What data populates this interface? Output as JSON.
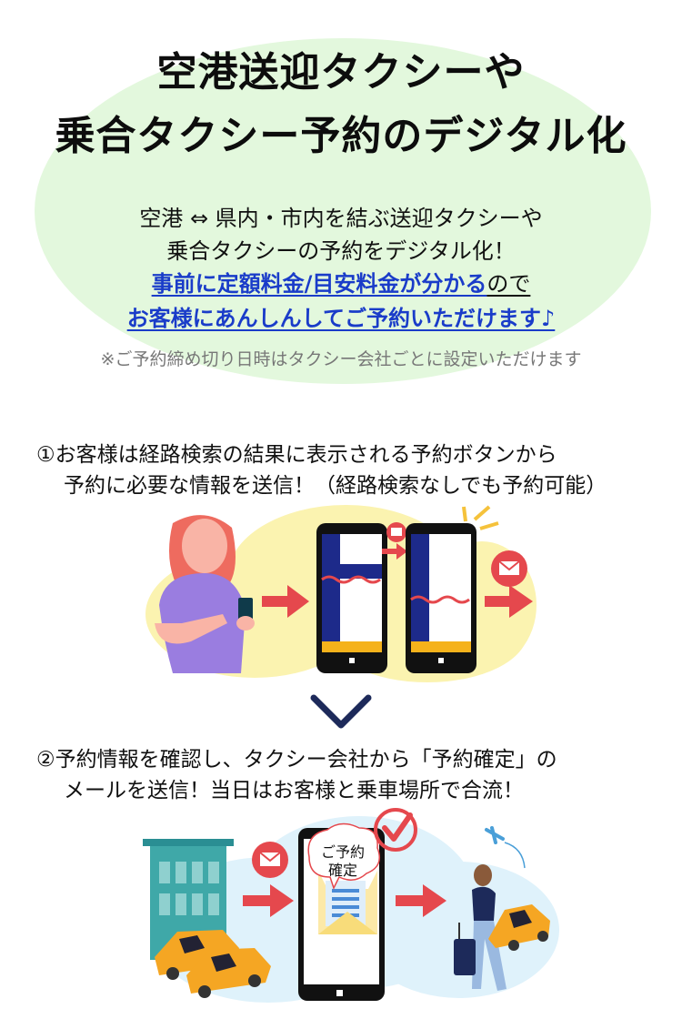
{
  "header": {
    "title_line1": "空港送迎タクシーや",
    "title_line2": "乗合タクシー予約のデジタル化"
  },
  "intro": {
    "line1": "空港 ⇔ 県内・市内を結ぶ送迎タクシーや",
    "line2": "乗合タクシーの予約をデジタル化！",
    "highlight_line1_link": "事前に定額料金/目安料金が分かる",
    "highlight_line1_tail": "ので",
    "highlight_line2_link": "お客様にあんしんしてご予約いただけます♪",
    "note": "※ご予約締め切り日時はタクシー会社ごとに設定いただけます"
  },
  "steps": [
    {
      "line1": "①お客様は経路検索の結果に表示される予約ボタンから",
      "line2": "予約に必要な情報を送信！（経路検索なしでも予約可能）"
    },
    {
      "line1": "②予約情報を確認し、タクシー会社から「予約確定」の",
      "line2": "メールを送信！当日はお客様と乗車場所で合流！"
    }
  ],
  "illustration2": {
    "bubble_line1": "ご予約",
    "bubble_line2": "確定"
  },
  "icons": [
    "person-with-phone-icon",
    "arrow-right-icon",
    "phone-form-icon",
    "mail-icon",
    "building-icon",
    "taxi-icon",
    "check-circle-icon",
    "traveler-icon",
    "airplane-icon",
    "chevron-down-icon"
  ],
  "colors": {
    "green_blob": "#e3f8dd",
    "yellow_blob": "#fbf3b0",
    "blue_blob": "#dff2fb",
    "link_blue": "#1a3cc9",
    "arrow_red": "#e5484d",
    "navy": "#1d2a5a",
    "taxi_yellow": "#f5a623"
  }
}
